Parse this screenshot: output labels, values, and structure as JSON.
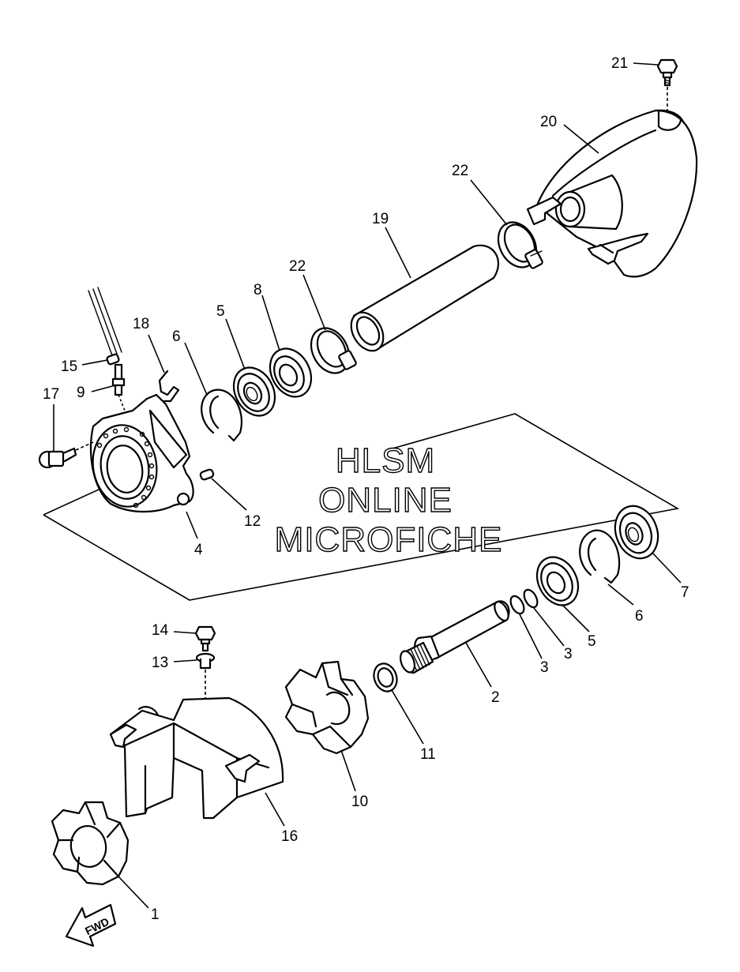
{
  "watermark": {
    "line1": "HLSM",
    "line2": "ONLINE",
    "line3": "MICROFICHE"
  },
  "direction_label": "FWD",
  "callouts": [
    {
      "id": "c21",
      "text": "21"
    },
    {
      "id": "c20",
      "text": "20"
    },
    {
      "id": "c22a",
      "text": "22"
    },
    {
      "id": "c19",
      "text": "19"
    },
    {
      "id": "c22b",
      "text": "22"
    },
    {
      "id": "c8",
      "text": "8"
    },
    {
      "id": "c5a",
      "text": "5"
    },
    {
      "id": "c18",
      "text": "18"
    },
    {
      "id": "c6a",
      "text": "6"
    },
    {
      "id": "c15",
      "text": "15"
    },
    {
      "id": "c9",
      "text": "9"
    },
    {
      "id": "c17",
      "text": "17"
    },
    {
      "id": "c12",
      "text": "12"
    },
    {
      "id": "c4",
      "text": "4"
    },
    {
      "id": "c7",
      "text": "7"
    },
    {
      "id": "c6b",
      "text": "6"
    },
    {
      "id": "c5b",
      "text": "5"
    },
    {
      "id": "c3a",
      "text": "3"
    },
    {
      "id": "c3b",
      "text": "3"
    },
    {
      "id": "c2",
      "text": "2"
    },
    {
      "id": "c14",
      "text": "14"
    },
    {
      "id": "c13",
      "text": "13"
    },
    {
      "id": "c11",
      "text": "11"
    },
    {
      "id": "c10",
      "text": "10"
    },
    {
      "id": "c16",
      "text": "16"
    },
    {
      "id": "c1",
      "text": "1"
    }
  ]
}
